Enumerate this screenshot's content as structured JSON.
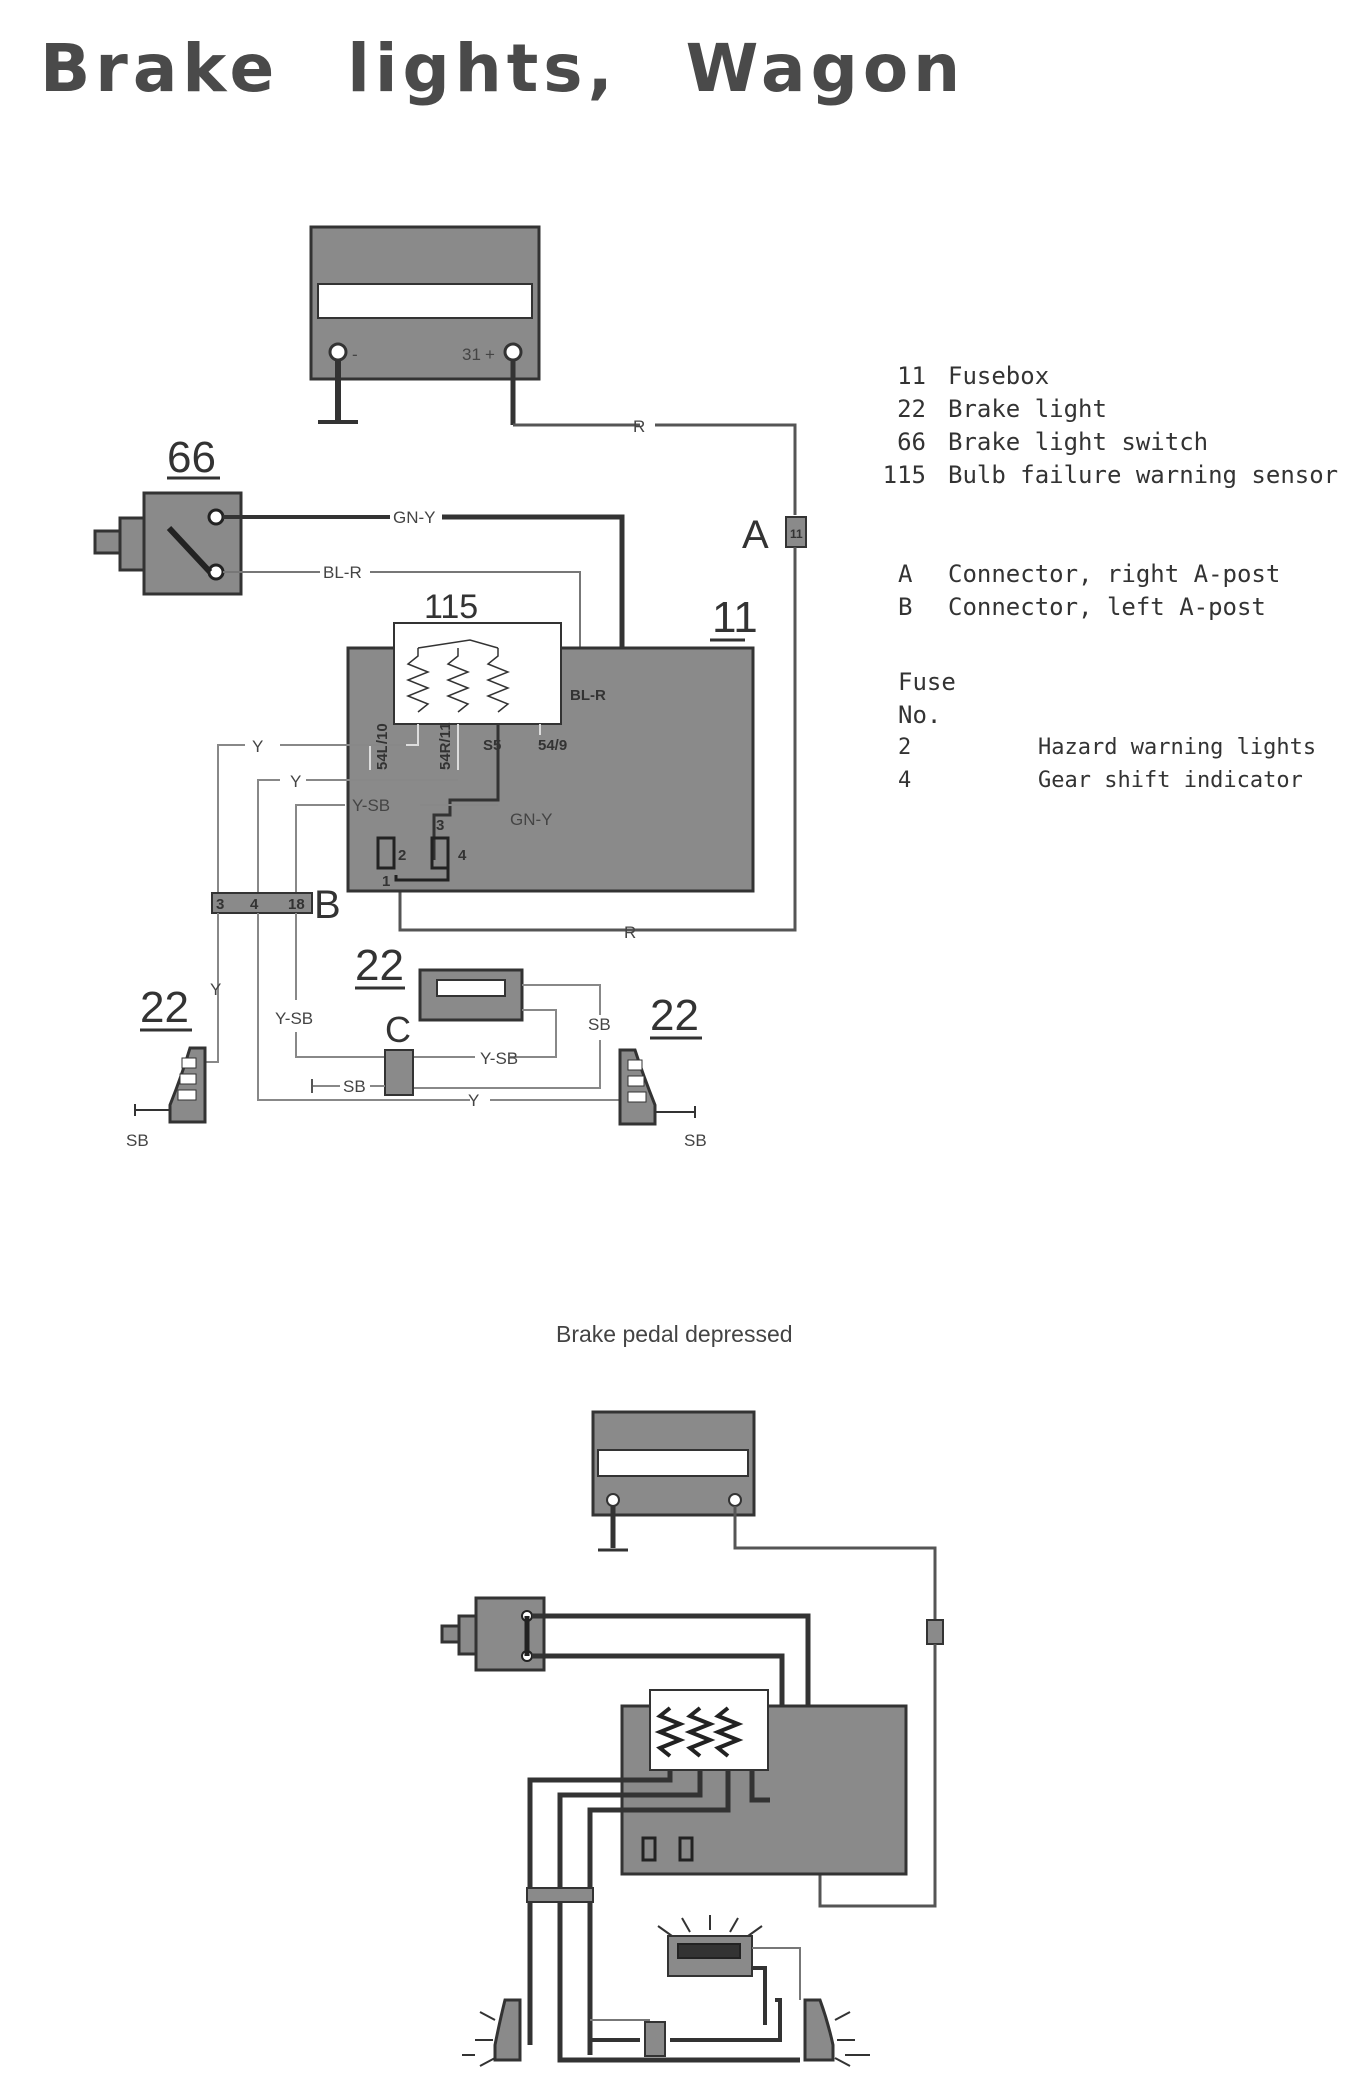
{
  "title": "Brake lights, Wagon",
  "legend": {
    "components": [
      {
        "num": "11",
        "label": "Fusebox"
      },
      {
        "num": "22",
        "label": "Brake light"
      },
      {
        "num": "66",
        "label": "Brake light switch"
      },
      {
        "num": "115",
        "label": "Bulb failure warning sensor"
      }
    ],
    "connectors": [
      {
        "num": "A",
        "label": "Connector, right A-post"
      },
      {
        "num": "B",
        "label": "Connector, left A-post"
      }
    ],
    "fuse_header_1": "Fuse",
    "fuse_header_2": "No.",
    "fuses": [
      {
        "num": "2",
        "label": "Hazard warning lights"
      },
      {
        "num": "4",
        "label": "Gear shift indicator"
      }
    ]
  },
  "diagram": {
    "refs": {
      "switch": "66",
      "sensor": "115",
      "fusebox": "11",
      "brake_light_center": "22",
      "brake_light_left": "22",
      "brake_light_right": "22"
    },
    "connector_labels": {
      "a": "A",
      "b": "B",
      "c": "C"
    },
    "battery_terms": {
      "neg": "-",
      "pos": "+",
      "pos_num": "31"
    },
    "wires": {
      "r_top": "R",
      "r_bottom": "R",
      "gn_y_top": "GN-Y",
      "gn_y_inner": "GN-Y",
      "bl_r": "BL-R",
      "bl_r_inner": "BL-R",
      "y1": "Y",
      "y2": "Y",
      "y_sb": "Y-SB",
      "y_sb_left": "Y-SB",
      "y_sb_center": "Y-SB",
      "y_left_vert": "Y",
      "y_bottom": "Y",
      "sb_right": "SB",
      "sb_center": "SB",
      "sb_ground_left": "SB",
      "sb_ground_right": "SB"
    },
    "sensor_pins": {
      "p1": "54L/10",
      "p2": "54R/11",
      "p3": "S5",
      "p4": "54/9"
    },
    "fuse_pins": {
      "p1": "1",
      "p2": "2",
      "p3": "3",
      "p4": "4"
    },
    "connector_a_pin": "11",
    "connector_b_pins": {
      "p1": "3",
      "p2": "4",
      "p3": "18"
    }
  },
  "section2_title": "Brake pedal depressed",
  "colors": {
    "box_fill": "#8a8a8a",
    "wire": "#555555",
    "thick_wire": "#3a3a3a"
  }
}
